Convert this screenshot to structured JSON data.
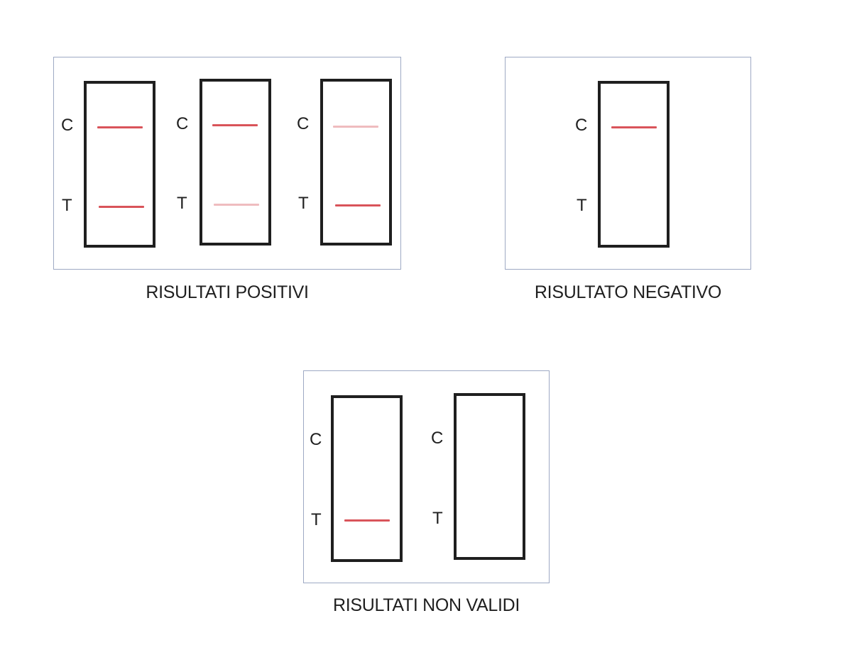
{
  "labels": {
    "control": "C",
    "test": "T"
  },
  "colors": {
    "band_strong": "#d9545a",
    "band_faint": "#efbcbf",
    "strip_border": "#1f1f1f",
    "panel_border": "#9ea9c4"
  },
  "groups": {
    "positive": {
      "caption": "RISULTATI POSITIVI",
      "strips": [
        {
          "control_band": "strong",
          "test_band": "strong"
        },
        {
          "control_band": "strong",
          "test_band": "faint"
        },
        {
          "control_band": "faint",
          "test_band": "strong"
        }
      ]
    },
    "negative": {
      "caption": "RISULTATO NEGATIVO",
      "strips": [
        {
          "control_band": "strong",
          "test_band": "none"
        }
      ]
    },
    "invalid": {
      "caption": "RISULTATI NON VALIDI",
      "strips": [
        {
          "control_band": "none",
          "test_band": "strong"
        },
        {
          "control_band": "none",
          "test_band": "none"
        }
      ]
    }
  }
}
